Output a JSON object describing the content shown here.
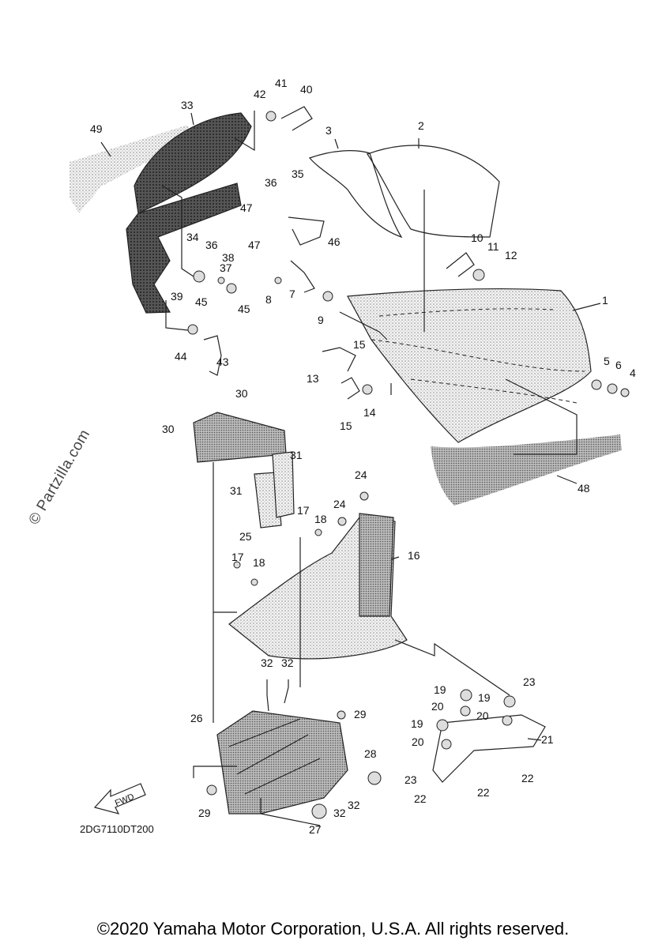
{
  "watermark": "© Partzilla.com",
  "diagram_code": "2DG7110DT200",
  "copyright": "©2020 Yamaha Motor Corporation, U.S.A. All rights reserved.",
  "fwd_label": "FWD",
  "callouts": [
    "1",
    "2",
    "3",
    "4",
    "5",
    "6",
    "7",
    "8",
    "9",
    "10",
    "11",
    "12",
    "13",
    "14",
    "15",
    "15",
    "16",
    "17",
    "17",
    "18",
    "18",
    "19",
    "19",
    "19",
    "20",
    "20",
    "20",
    "21",
    "22",
    "22",
    "22",
    "23",
    "23",
    "24",
    "24",
    "25",
    "26",
    "27",
    "28",
    "29",
    "29",
    "30",
    "30",
    "31",
    "31",
    "32",
    "32",
    "32",
    "32",
    "33",
    "34",
    "35",
    "36",
    "36",
    "37",
    "38",
    "39",
    "40",
    "41",
    "42",
    "43",
    "44",
    "45",
    "45",
    "46",
    "47",
    "47",
    "48",
    "49"
  ]
}
